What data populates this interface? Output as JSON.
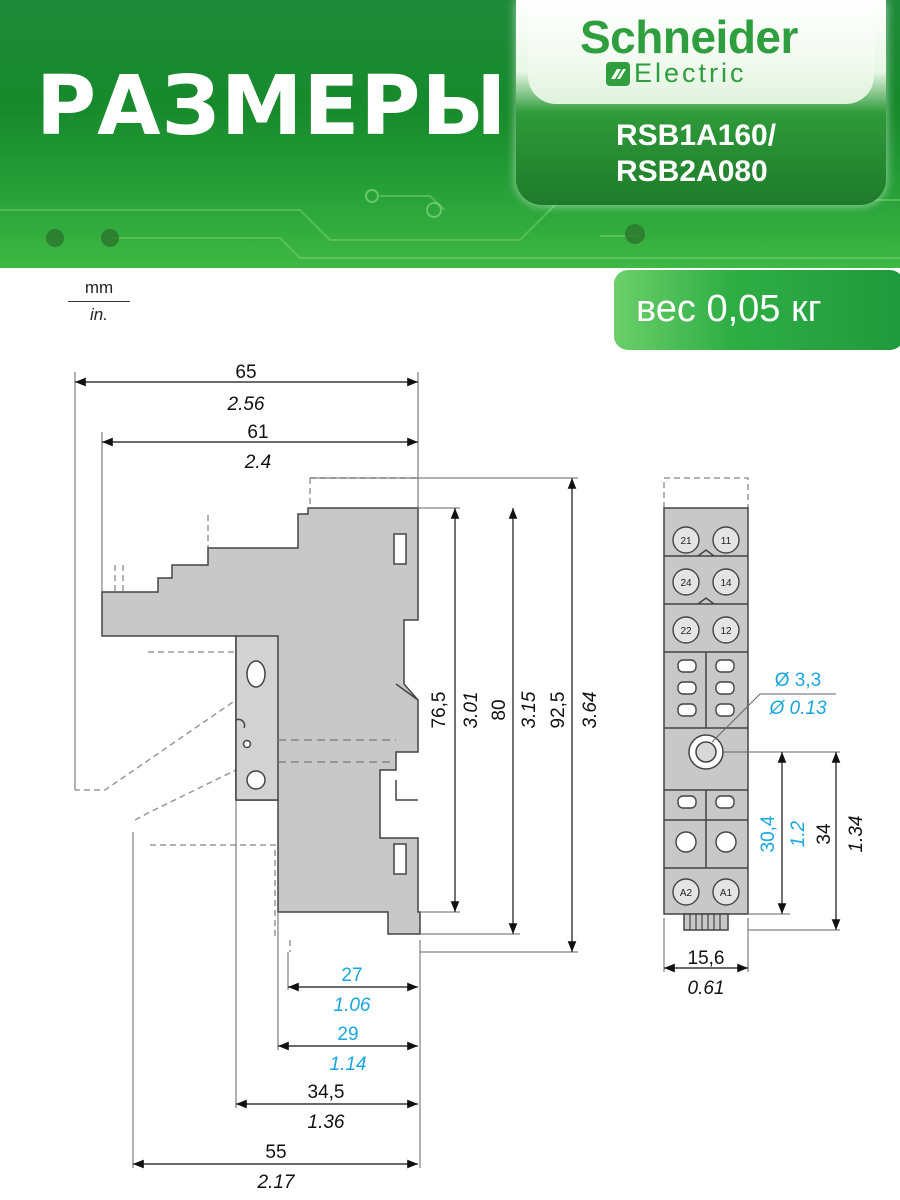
{
  "banner": {
    "title": "РАЗМЕРЫ",
    "brand_name": "Schneider",
    "brand_sub": "Electric",
    "model_line1": "RSB1A160/",
    "model_line2": "RSB2A080"
  },
  "weight": {
    "label": "вес 0,05 кг"
  },
  "units": {
    "mm": "mm",
    "in": "in."
  },
  "colors": {
    "green": "#2f9e3e",
    "blue_dims": "#19a6e0",
    "body_gray": "#c8c8c8"
  },
  "dimensions": {
    "width_65": {
      "mm": "65",
      "in": "2.56"
    },
    "width_61": {
      "mm": "61",
      "in": "2.4"
    },
    "height_76_5": {
      "mm": "76,5",
      "in": "3.01"
    },
    "height_80": {
      "mm": "80",
      "in": "3.15"
    },
    "height_92_5": {
      "mm": "92,5",
      "in": "3.64"
    },
    "depth_27": {
      "mm": "27",
      "in": "1.06"
    },
    "depth_29": {
      "mm": "29",
      "in": "1.14"
    },
    "depth_34_5": {
      "mm": "34,5",
      "in": "1.36"
    },
    "depth_55": {
      "mm": "55",
      "in": "2.17"
    },
    "hole_dia": {
      "mm": "Ø 3,3",
      "in": "Ø 0.13"
    },
    "hole_h": {
      "mm": "30,4",
      "in": "1.2"
    },
    "hole_34": {
      "mm": "34",
      "in": "1.34"
    },
    "front_width": {
      "mm": "15,6",
      "in": "0.61"
    }
  },
  "terminals": {
    "row1": [
      "21",
      "11"
    ],
    "row2": [
      "24",
      "14"
    ],
    "row3": [
      "22",
      "12"
    ],
    "coil": [
      "A2",
      "A1"
    ]
  }
}
